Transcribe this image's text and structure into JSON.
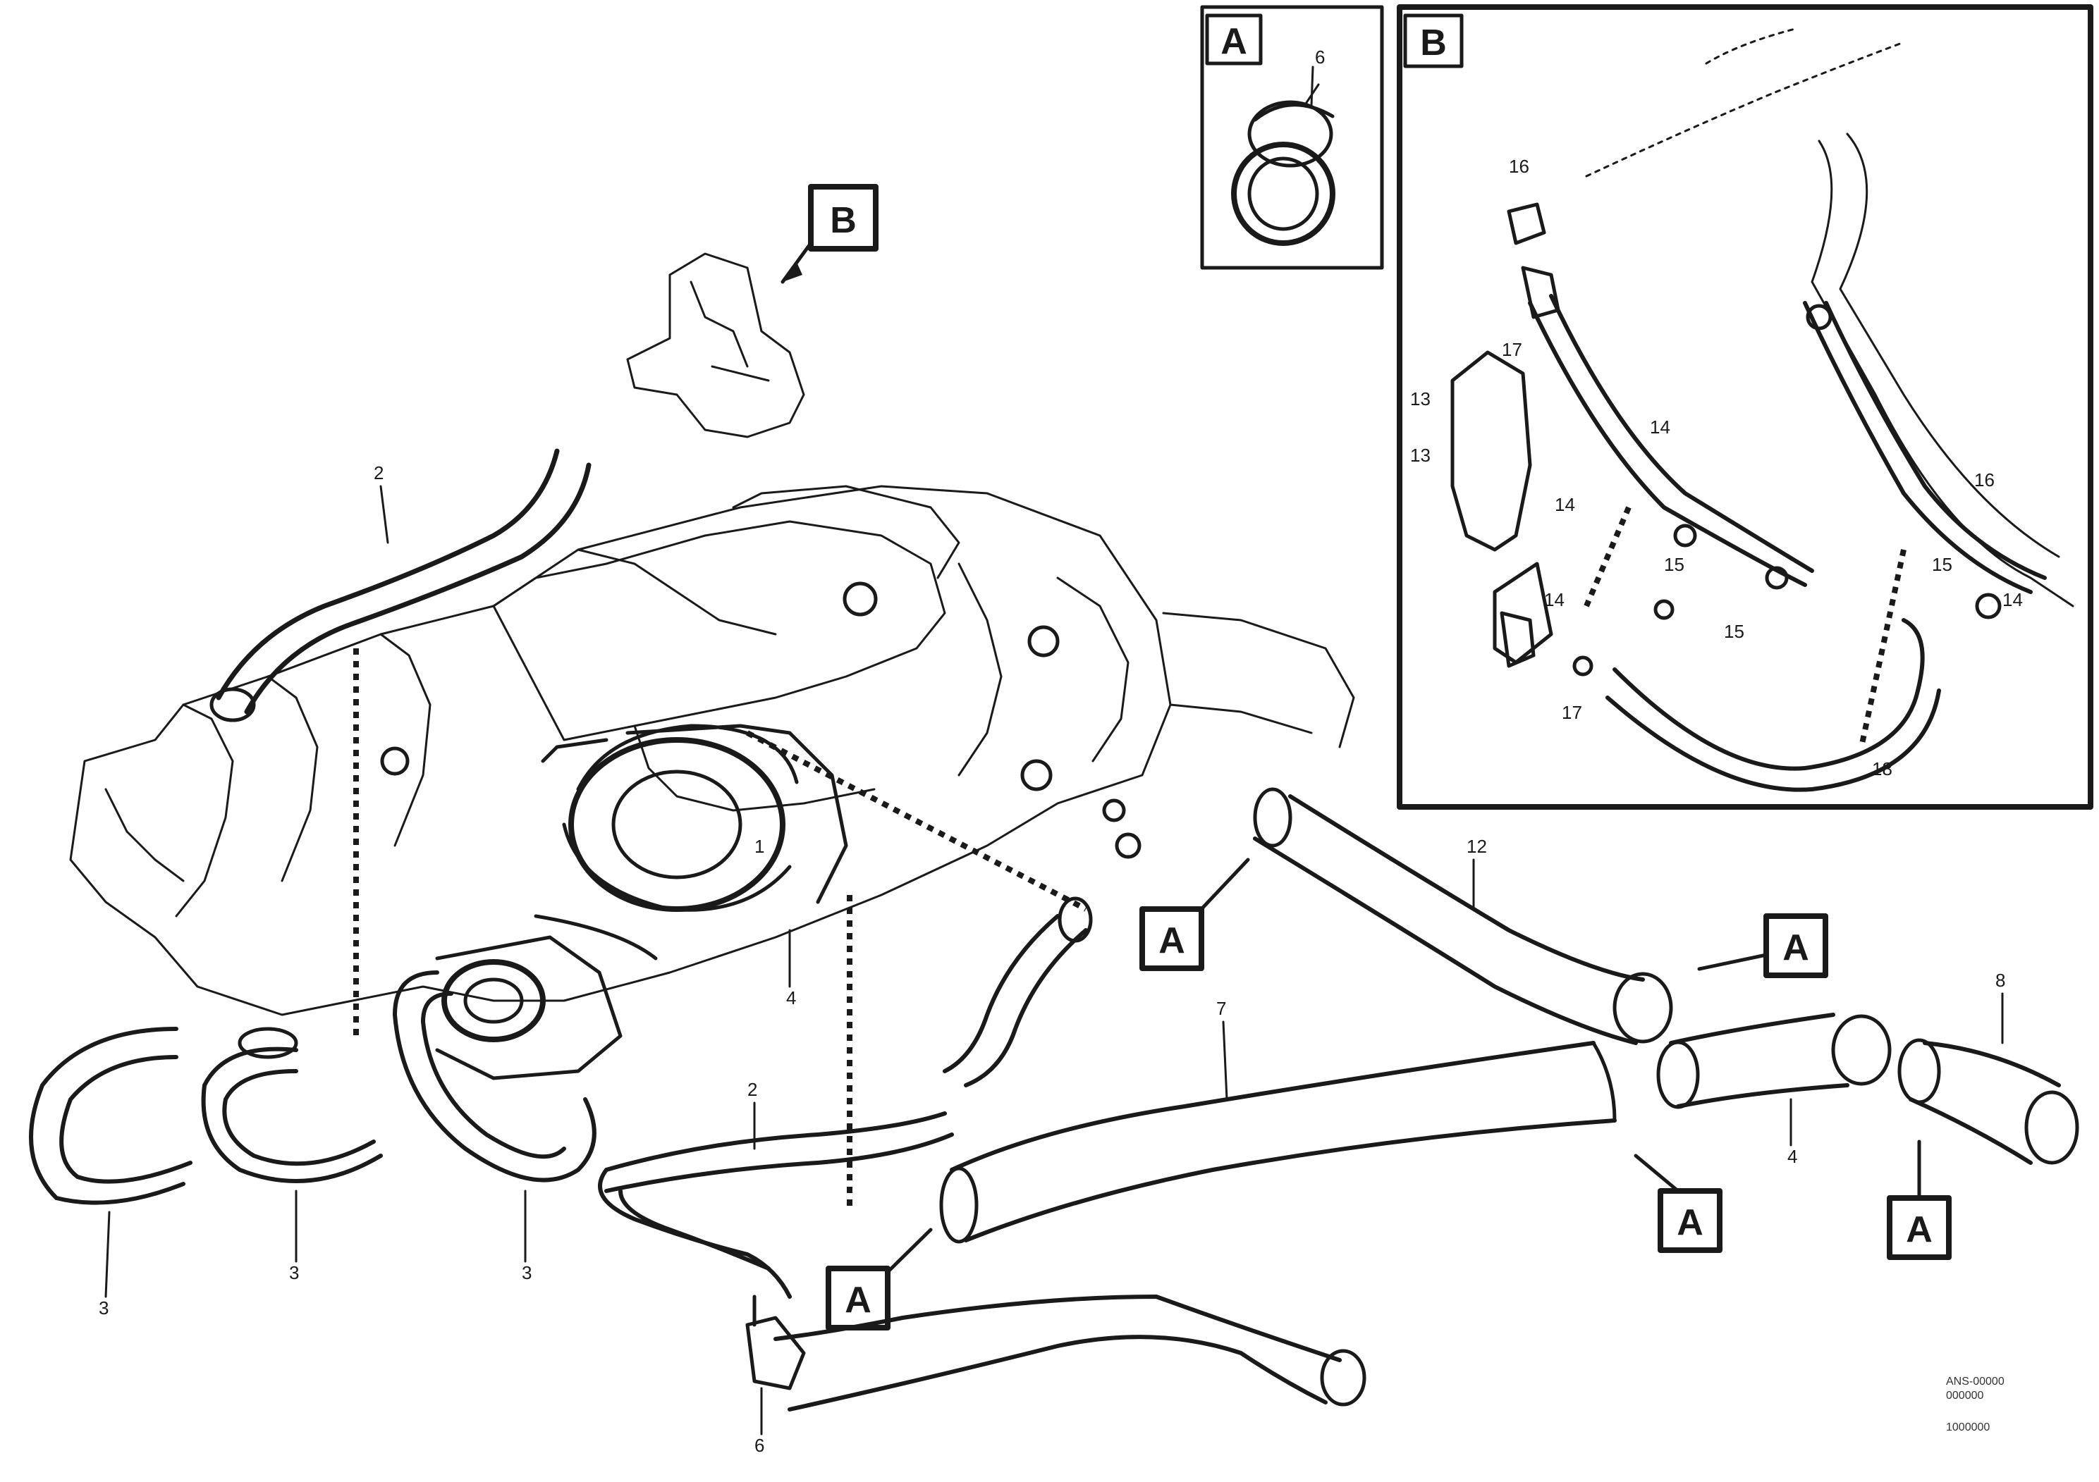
{
  "diagram": {
    "detail_views": {
      "A": {
        "label": "A"
      },
      "B": {
        "label": "B"
      }
    },
    "callouts": {
      "ref_B": "B",
      "ref_A1": "A",
      "ref_A2": "A",
      "ref_A3": "A",
      "ref_A4": "A",
      "ref_A5": "A"
    },
    "part_numbers": {
      "p_top_hose": "2",
      "p_left1": "3",
      "p_left2": "3",
      "p_left3": "3",
      "p_center": "1",
      "p_center2": "4",
      "p_mid": "2",
      "p_long": "7",
      "p_right1": "4",
      "p_right2": "8",
      "p_upper_right": "12",
      "p_bottom": "6",
      "pA_clamp": "6",
      "pB_1": "16",
      "pB_2": "17",
      "pB_3": "13",
      "pB_4": "14",
      "pB_5": "14",
      "pB_6": "13",
      "pB_7": "15",
      "pB_8": "15",
      "pB_9": "14",
      "pB_10": "17",
      "pB_11": "18",
      "pB_12": "16",
      "pB_13": "14",
      "pB_14": "15"
    },
    "footer": {
      "code_line1": "ANS-00000",
      "code_line2": "000000",
      "code_line3": "1000000"
    }
  }
}
